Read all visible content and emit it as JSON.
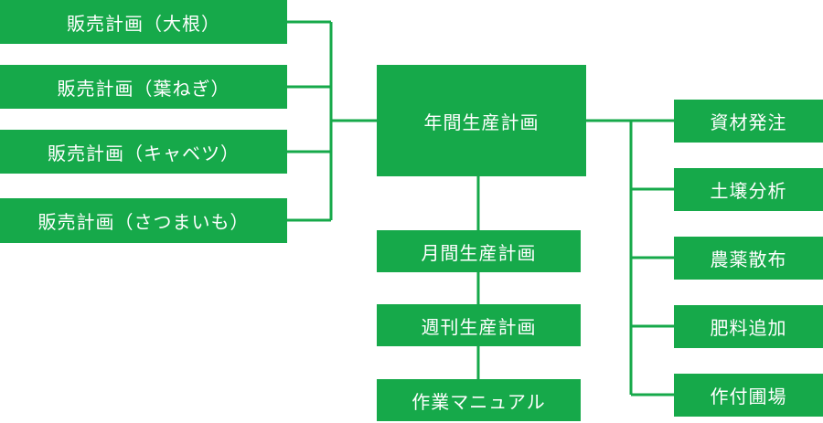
{
  "diagram": {
    "center": {
      "label": "年間生産計画"
    },
    "left_nodes": [
      {
        "label": "販売計画（大根）"
      },
      {
        "label": "販売計画（葉ねぎ）"
      },
      {
        "label": "販売計画（キャベツ）"
      },
      {
        "label": "販売計画（さつまいも）"
      }
    ],
    "bottom_nodes": [
      {
        "label": "月間生産計画"
      },
      {
        "label": "週刊生産計画"
      },
      {
        "label": "作業マニュアル"
      }
    ],
    "right_nodes": [
      {
        "label": "資材発注"
      },
      {
        "label": "土壌分析"
      },
      {
        "label": "農薬散布"
      },
      {
        "label": "肥料追加"
      },
      {
        "label": "作付圃場"
      }
    ]
  },
  "colors": {
    "node_fill": "#16a94a",
    "node_text": "#ffffff",
    "line": "#16a94a",
    "background": "#ffffff"
  }
}
